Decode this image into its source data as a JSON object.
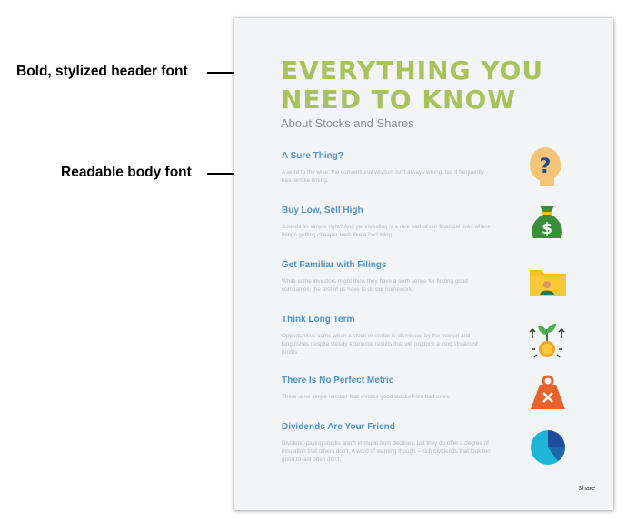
{
  "annotations": {
    "header_font": "Bold, stylized header font",
    "body_font": "Readable body font"
  },
  "document": {
    "title": "EVERYTHING YOU NEED TO KNOW",
    "subtitle": "About Stocks and Shares",
    "sections": [
      {
        "title": "A Sure Thing?",
        "body": "A word to the wise: the conventional wisdom isn't always wrong, but it frequently has terrible timing.",
        "icon": "question-head-icon"
      },
      {
        "title": "Buy Low, Sell High",
        "body": "Sounds so simple right? And yet investing is a rare part of our financial lives where things getting cheaper feels like a bad thing.",
        "icon": "money-bag-icon"
      },
      {
        "title": "Get Familiar with Filings",
        "body": "While some investors might think they have a sixth sense for finding good companies, the rest of us have to do our homework.",
        "icon": "folder-person-icon"
      },
      {
        "title": "Think Long Term",
        "body": "Opportunities come when a stock or sector is dismissed by the market and languishes despite steady economic results that will produce a long stream of profits.",
        "icon": "plant-coin-growth-icon"
      },
      {
        "title": "There Is No Perfect Metric",
        "body": "There is no single number that divides good stocks from bad ones.",
        "icon": "weight-x-icon"
      },
      {
        "title": "Dividends Are Your Friend",
        "body": "Dividend-paying stocks aren't immune from declines, but they do offer a degree of insulation that others don't. A word of warning though -- rich dividends that look too good to last often don't.",
        "icon": "pie-chart-icon"
      }
    ],
    "share_label": "Share"
  },
  "colors": {
    "title_green": "#a8c35c",
    "heading_blue": "#4f95c9",
    "body_gray": "#b7bbbe",
    "page_bg": "#f3f4f5"
  }
}
